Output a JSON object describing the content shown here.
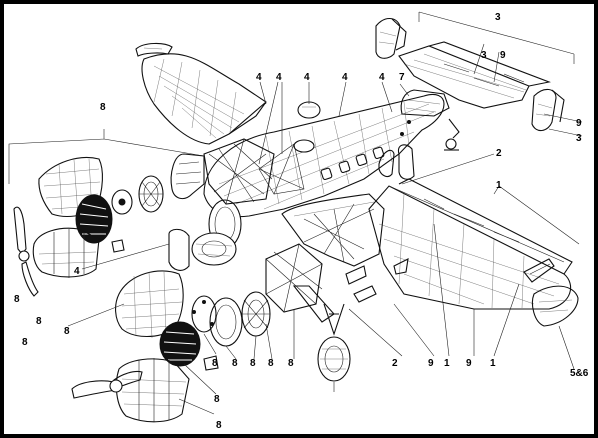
{
  "callouts": [
    {
      "id": "c1",
      "text": "3"
    },
    {
      "id": "c2",
      "text": "3"
    },
    {
      "id": "c3",
      "text": "9"
    },
    {
      "id": "c4",
      "text": "9"
    },
    {
      "id": "c5",
      "text": "3"
    },
    {
      "id": "c6",
      "text": "4"
    },
    {
      "id": "c7",
      "text": "4"
    },
    {
      "id": "c8",
      "text": "4"
    },
    {
      "id": "c9",
      "text": "4"
    },
    {
      "id": "c10",
      "text": "4"
    },
    {
      "id": "c11",
      "text": "7"
    },
    {
      "id": "c12",
      "text": "8"
    },
    {
      "id": "c13",
      "text": "2"
    },
    {
      "id": "c14",
      "text": "1"
    },
    {
      "id": "c15",
      "text": "4"
    },
    {
      "id": "c16",
      "text": "8"
    },
    {
      "id": "c17",
      "text": "8"
    },
    {
      "id": "c18",
      "text": "8"
    },
    {
      "id": "c19",
      "text": "8"
    },
    {
      "id": "c20",
      "text": "8"
    },
    {
      "id": "c21",
      "text": "8"
    },
    {
      "id": "c22",
      "text": "8"
    },
    {
      "id": "c23",
      "text": "8"
    },
    {
      "id": "c24",
      "text": "8"
    },
    {
      "id": "c25",
      "text": "8"
    },
    {
      "id": "c26",
      "text": "8"
    },
    {
      "id": "c27",
      "text": "2"
    },
    {
      "id": "c28",
      "text": "9"
    },
    {
      "id": "c29",
      "text": "1"
    },
    {
      "id": "c30",
      "text": "9"
    },
    {
      "id": "c31",
      "text": "1"
    },
    {
      "id": "c32",
      "text": "5&6"
    }
  ]
}
